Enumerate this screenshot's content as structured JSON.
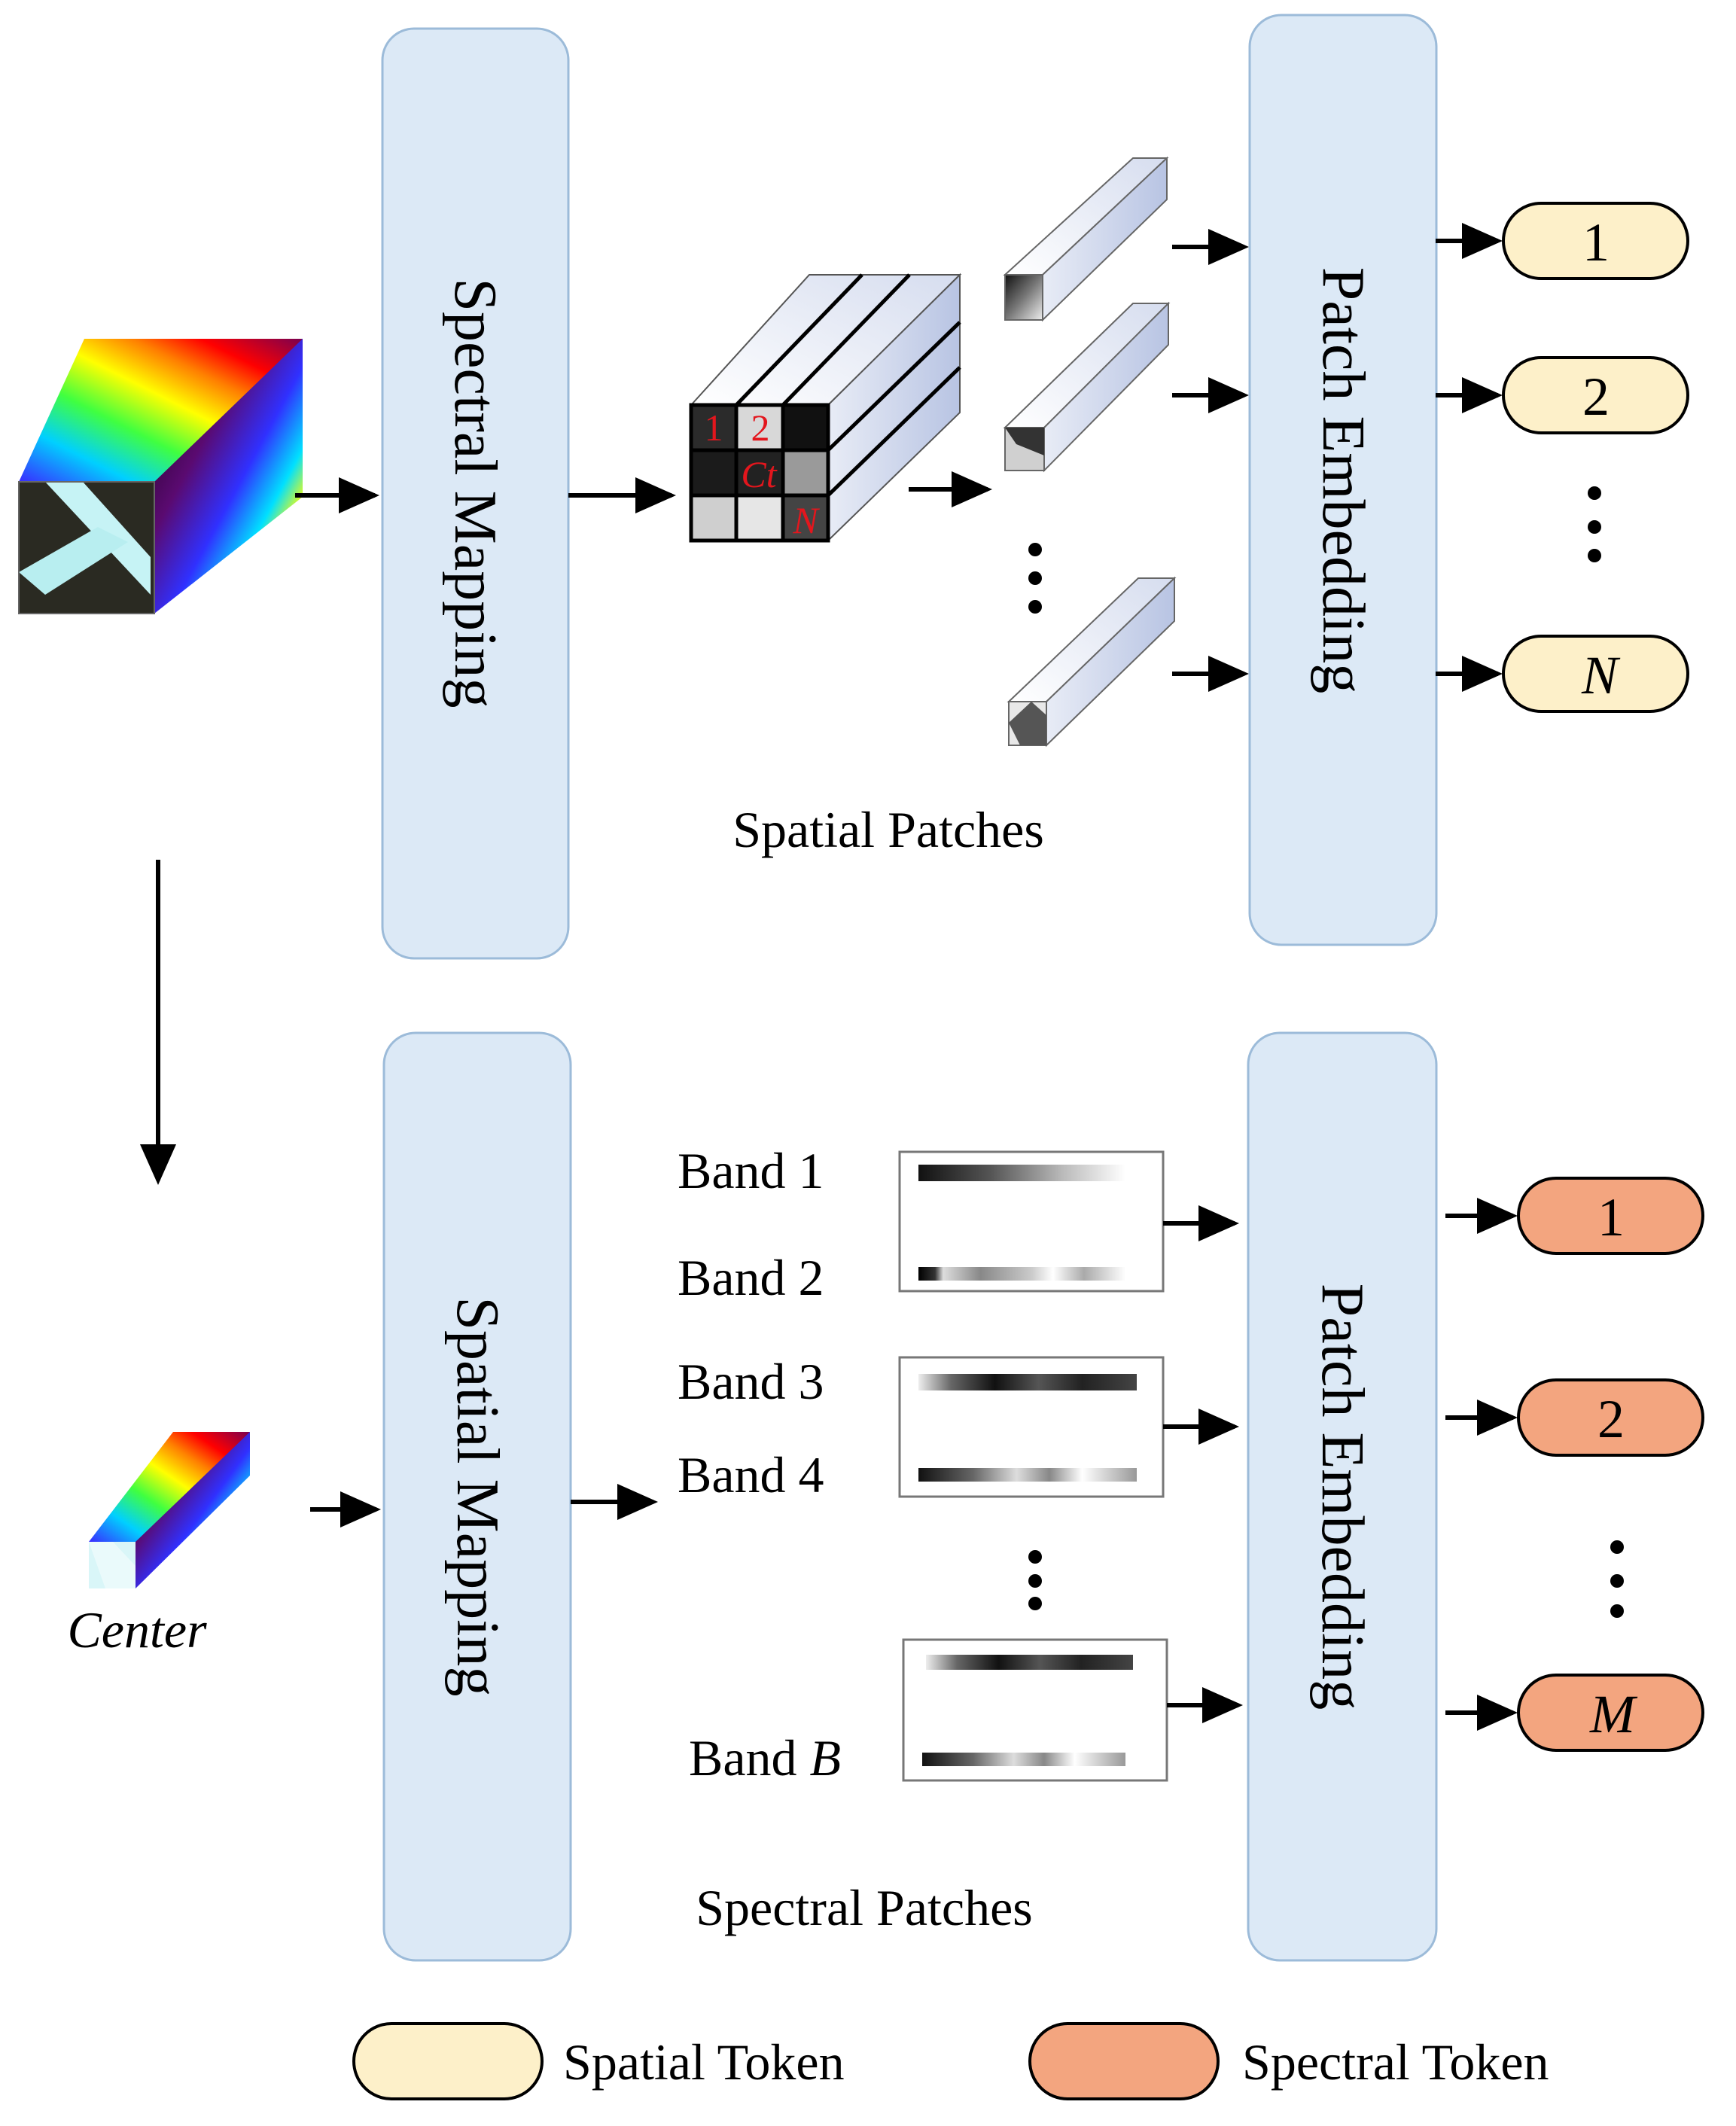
{
  "top": {
    "mapping_label": "Spectral Mapping",
    "embedding_label": "Patch Embedding",
    "patches_caption": "Spatial Patches",
    "grid_labels": {
      "one": "1",
      "two": "2",
      "center": "Ct",
      "last": "N"
    },
    "tokens": [
      "1",
      "2",
      "N"
    ]
  },
  "bottom": {
    "mapping_label": "Spatial Mapping",
    "embedding_label": "Patch Embedding",
    "patches_caption": "Spectral Patches",
    "center_label": "Center",
    "bands": [
      {
        "word": "Band",
        "num": "1"
      },
      {
        "word": "Band",
        "num": "2"
      },
      {
        "word": "Band",
        "num": "3"
      },
      {
        "word": "Band",
        "num": "4"
      },
      {
        "word": "Band",
        "num": "B"
      }
    ],
    "tokens": [
      "1",
      "2",
      "M"
    ]
  },
  "legend": {
    "spatial": "Spatial Token",
    "spectral": "Spectral Token"
  },
  "colors": {
    "panel_fill": "#dce9f6",
    "spatial_token": "#fdf0c9",
    "spectral_token": "#f3a57f",
    "cube_face": "#c3cde8",
    "label_red": "#e3161d"
  }
}
